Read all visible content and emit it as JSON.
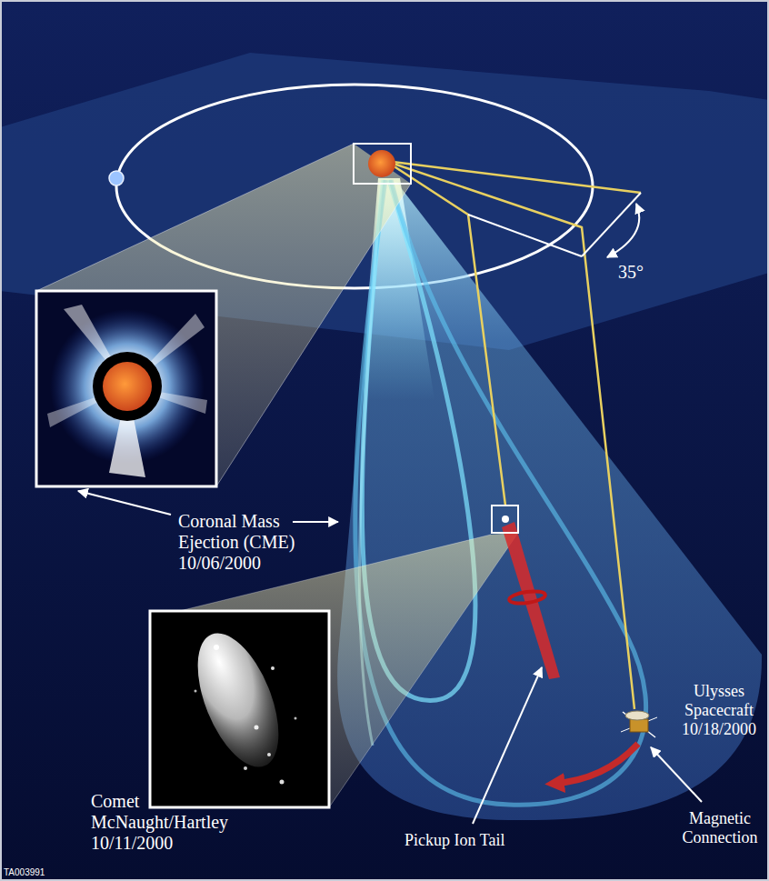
{
  "diagram": {
    "labels": [
      "35°",
      "Coronal Mass Ejection (CME) 10/06/2000",
      "Comet McNaught/Hartley 10/11/2000",
      "Pickup Ion Tail",
      "Ulysses Spacecraft 10/18/2000",
      "Magnetic Connection",
      "TA003991"
    ]
  }
}
